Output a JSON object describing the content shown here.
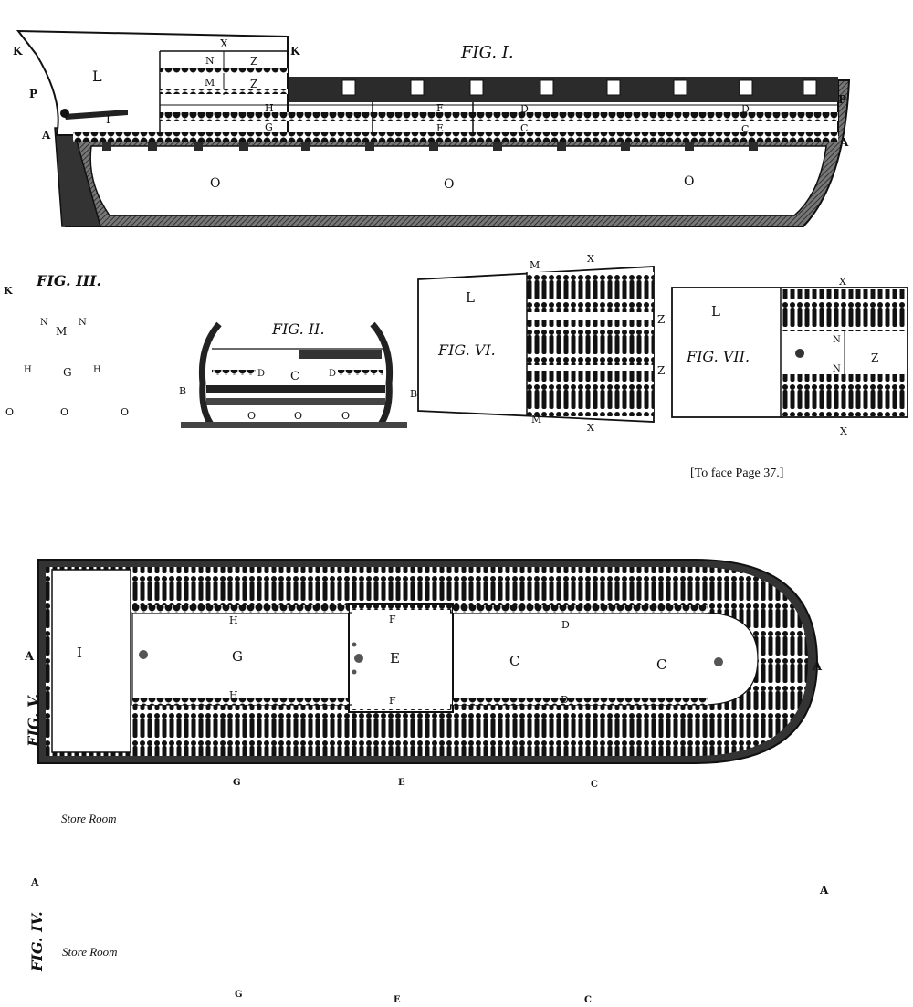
{
  "fig1": {
    "title": "FIG. I.",
    "labels": {
      "k_left": "K",
      "k_right": "K",
      "x": "X",
      "l": "L",
      "n": "N",
      "z1": "Z",
      "m": "M",
      "z2": "Z",
      "p_left": "P",
      "p_right": "P",
      "i": "I",
      "h": "H",
      "g": "G",
      "f": "F",
      "d1": "D",
      "d2": "D",
      "e": "E",
      "c1": "C",
      "c2": "C",
      "a_left": "A",
      "a_right": "A",
      "o1": "O",
      "o2": "O",
      "o3": "O"
    }
  },
  "fig3": {
    "title": "FIG. III.",
    "labels": {
      "k": "K",
      "n1": "N",
      "m": "M",
      "n2": "N",
      "h1": "H",
      "g": "G",
      "h2": "H",
      "o1": "O",
      "o2": "O",
      "o3": "O"
    }
  },
  "fig2": {
    "title": "FIG. II.",
    "labels": {
      "d1": "D",
      "c": "C",
      "d2": "D",
      "b1": "B",
      "b2": "B",
      "o1": "O",
      "o2": "O",
      "o3": "O"
    }
  },
  "fig6": {
    "title": "FIG. VI.",
    "labels": {
      "l": "L",
      "m_top": "M",
      "x_top": "X",
      "z1": "Z",
      "z2": "Z",
      "m_bottom": "M",
      "x_bottom": "X"
    }
  },
  "fig7": {
    "title": "FIG. VII.",
    "labels": {
      "l": "L",
      "x_top": "X",
      "n1": "N",
      "n2": "N",
      "z": "Z",
      "x_bottom": "X"
    }
  },
  "page_note": "[To face Page 37.]",
  "fig5": {
    "title": "FIG. V.",
    "labels": {
      "a_left": "A",
      "a_right": "A",
      "i": "I",
      "g": "G",
      "e": "E",
      "c1": "C",
      "c2": "C",
      "h_top": "H",
      "f_top": "F",
      "d_top": "D",
      "h_bottom": "H",
      "f_bottom": "F",
      "d_bottom": "D",
      "g_below": "G",
      "e_below": "E",
      "c_below": "C"
    },
    "store_room": "Store Room"
  },
  "fig4": {
    "title": "FIG. IV.",
    "labels": {
      "a_left": "A",
      "a_right": "A",
      "g": "G",
      "e": "E",
      "c": "C"
    },
    "store_room": "Store Room"
  },
  "colors": {
    "ink": "#111111",
    "hatch": "#3a3a3a",
    "paper": "#ffffff",
    "hull_fill": "#555555"
  }
}
